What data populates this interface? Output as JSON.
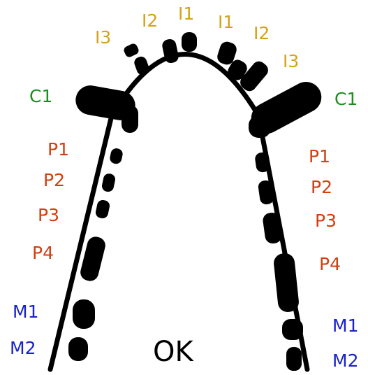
{
  "colors": {
    "arch": "#000000",
    "incisor_label": "#D4A21A",
    "canine_label": "#1E8C1E",
    "premolar_label": "#D04010",
    "molar_label": "#1A22CC",
    "title": "#000000"
  },
  "title": "OK",
  "labels": {
    "incisors": [
      "I3",
      "I2",
      "I1",
      "I1",
      "I2",
      "I3"
    ],
    "canine_left": "C1",
    "canine_right": "C1",
    "premolars_left": [
      "P1",
      "P2",
      "P3",
      "P4"
    ],
    "premolars_right": [
      "P1",
      "P2",
      "P3",
      "P4"
    ],
    "molars_left": [
      "M1",
      "M2"
    ],
    "molars_right": [
      "M1",
      "M2"
    ]
  }
}
